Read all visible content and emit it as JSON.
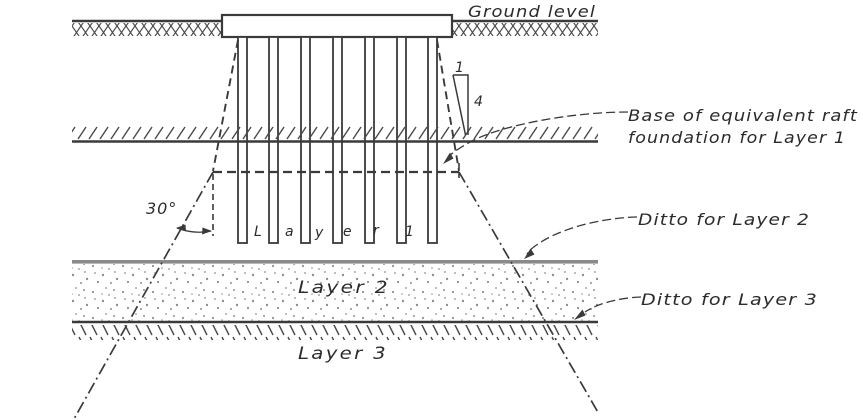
{
  "figure": {
    "ground_level_label": "Ground level",
    "slope": {
      "rise": "1",
      "run": "4"
    },
    "angle_label": "30°",
    "layer1_letters": [
      "L",
      "a",
      "y",
      "e",
      "r",
      "1"
    ],
    "layer2_label": "Layer 2",
    "layer3_label": "Layer 3",
    "annotations": {
      "layer1_line1": "Base of equivalent raft",
      "layer1_line2": "foundation for Layer 1",
      "layer2": "Ditto for Layer 2",
      "layer3": "Ditto for Layer 3"
    },
    "colors": {
      "line": "#3a3a3a",
      "text": "#2b2b2b",
      "layer2_top_line": "#8a8a8a",
      "stipple": "#8f8f8f",
      "background": "#ffffff"
    }
  }
}
